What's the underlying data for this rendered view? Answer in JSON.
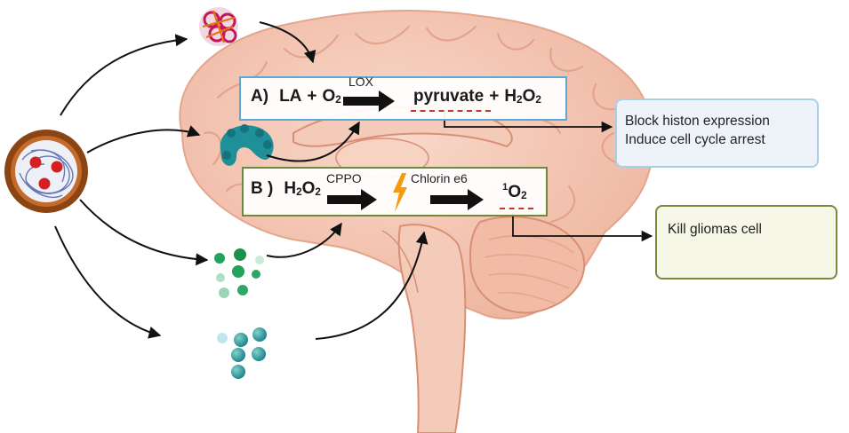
{
  "reaction_a": {
    "label": "A)",
    "reactant_1": "LA",
    "plus_1": "+",
    "reactant_2": "O",
    "reactant_2_sub": "2",
    "enzyme": "LOX",
    "product_1": "pyruvate",
    "plus_2": "+",
    "product_2_h": "H",
    "product_2_h_sub": "2",
    "product_2_o": "O",
    "product_2_o_sub": "2"
  },
  "reaction_b": {
    "label": "B )",
    "reactant_h": "H",
    "reactant_h_sub": "2",
    "reactant_o": "O",
    "reactant_o_sub": "2",
    "enzyme": "CPPO",
    "photosensitizer": "Chlorin e6",
    "product_sup": "1",
    "product": "O",
    "product_sub": "2"
  },
  "outcome_a": {
    "line_1": "Block histon expression",
    "line_2": "Induce cell cycle arrest"
  },
  "outcome_b": {
    "line_1": "Kill gliomas cell"
  },
  "icons": {
    "nanoparticle": "nanoparticle-carrier-icon",
    "cage": "nanocage-icon",
    "enzyme": "enzyme-protein-icon",
    "beads_green": "green-beads-icon",
    "beads_teal": "teal-beads-icon",
    "light": "lightning-bolt-icon",
    "brain": "brain-sagittal-icon"
  },
  "colors": {
    "box_a_border": "#5aa9d6",
    "box_b_border": "#6b8a3a",
    "outcome_a_bg": "#eef3f9",
    "outcome_b_bg": "#f6f7e6",
    "brain": "#f3c5b2",
    "nanoparticle_shell": "#8b4513",
    "dash_red": "#c0392b"
  }
}
